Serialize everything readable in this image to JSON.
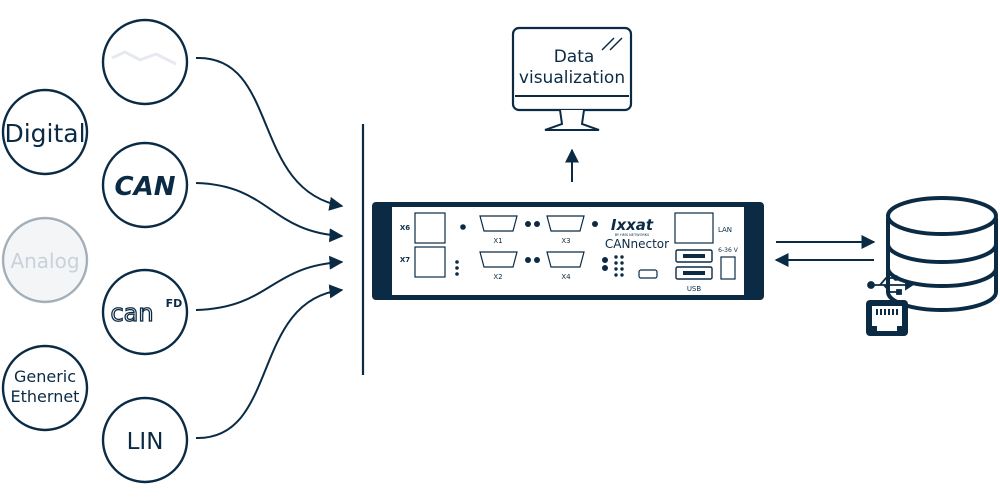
{
  "inputs": {
    "digital": "Digital",
    "can": "CAN",
    "can_fd": "can",
    "can_fd_suffix": "FD",
    "analog": "Analog",
    "generic_ethernet_line1": "Generic",
    "generic_ethernet_line2": "Ethernet",
    "lin": "LIN"
  },
  "visualization": {
    "line1": "Data",
    "line2": "visualization"
  },
  "device": {
    "brand": "Ixxat",
    "brand_sub": "BY HMS NETWORKS",
    "model": "CANnector",
    "ports": {
      "x6": "X6",
      "x7": "X7",
      "x1": "X1",
      "x2": "X2",
      "x3": "X3",
      "x4": "X4",
      "lan": "LAN",
      "usb": "USB",
      "power": "6-36 V"
    }
  },
  "storage": {
    "icons": [
      "database-icon",
      "usb-icon",
      "ethernet-port-icon"
    ]
  },
  "colors": {
    "dark_navy": "#0b2b45",
    "faded_circle": "#eef1f4"
  }
}
